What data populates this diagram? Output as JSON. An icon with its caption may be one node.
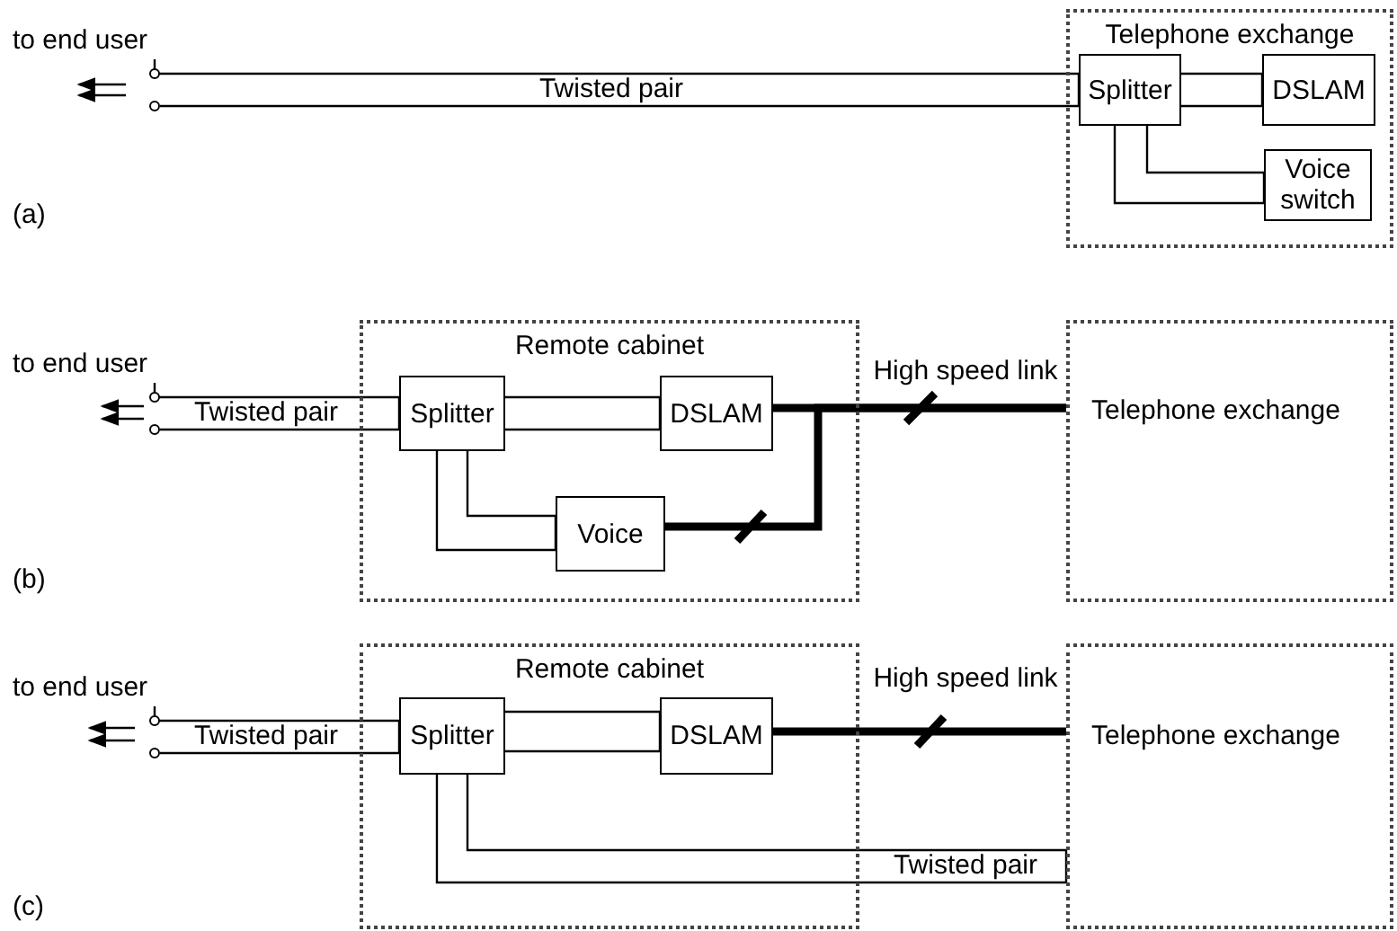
{
  "diagram": {
    "nodes": [
      {
        "text": [
          "to end user"
        ]
      },
      {
        "text": [
          "Telephone exchange"
        ]
      },
      {
        "text": [
          "Splitter"
        ],
        "in": 1
      },
      {
        "text": [
          "DSLAM"
        ],
        "in": 1
      },
      {
        "text": [
          "Voice switch"
        ],
        "in": 1
      },
      {
        "text": [
          "to end user"
        ]
      },
      {
        "text": [
          "Remote cabinet"
        ]
      },
      {
        "text": [
          "Splitter"
        ],
        "in": 6
      },
      {
        "text": [
          "DSLAM"
        ],
        "in": 6
      },
      {
        "text": [
          "Voice"
        ],
        "in": 6
      },
      {
        "text": [
          "Telephone exchange"
        ]
      },
      {
        "text": [
          "to end user"
        ]
      },
      {
        "text": [
          "Remote cabinet"
        ]
      },
      {
        "text": [
          "Splitter"
        ],
        "in": 12
      },
      {
        "text": [
          "DSLAM"
        ],
        "in": 12
      },
      {
        "text": [
          "Telephone exchange"
        ]
      }
    ],
    "edges": [
      {
        "from": 0,
        "to": 2,
        "arrow": "none",
        "label": "Twisted pair"
      },
      {
        "from": 2,
        "to": 3,
        "arrow": "none"
      },
      {
        "from": 2,
        "to": 4,
        "arrow": "none"
      },
      {
        "from": 5,
        "to": 7,
        "arrow": "none",
        "label": "Twisted pair"
      },
      {
        "from": 7,
        "to": 8,
        "arrow": "none"
      },
      {
        "from": 7,
        "to": 9,
        "arrow": "none"
      },
      {
        "from": 8,
        "to": 10,
        "arrow": "none",
        "style": "thick",
        "label": "High speed link"
      },
      {
        "from": 9,
        "to": 10,
        "arrow": "none",
        "style": "thick"
      },
      {
        "from": 11,
        "to": 13,
        "arrow": "none",
        "label": "Twisted pair"
      },
      {
        "from": 13,
        "to": 14,
        "arrow": "none"
      },
      {
        "from": 14,
        "to": 15,
        "arrow": "none",
        "style": "thick",
        "label": "High speed link"
      },
      {
        "from": 13,
        "to": 15,
        "arrow": "none",
        "label": "Twisted pair"
      }
    ],
    "labels": [
      "(a)",
      "(b)",
      "(c)"
    ]
  }
}
